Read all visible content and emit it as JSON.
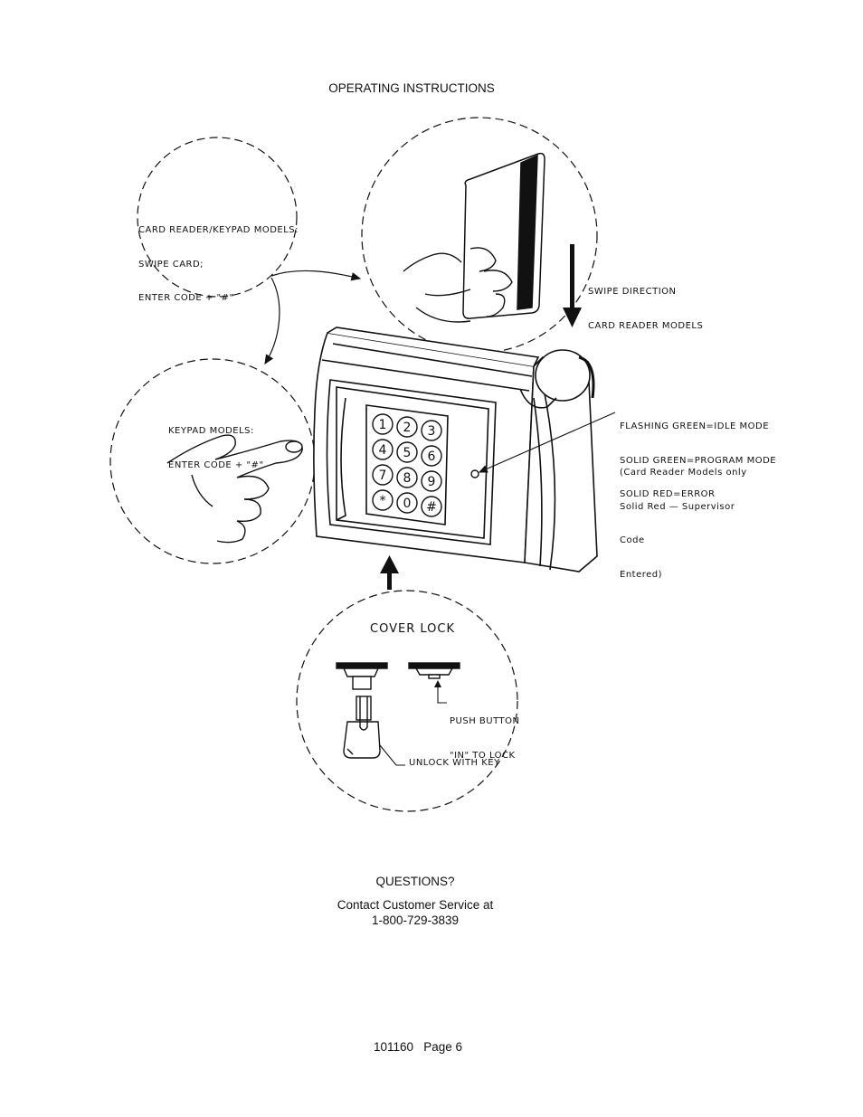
{
  "header": {
    "title": "OPERATING INSTRUCTIONS"
  },
  "callouts": {
    "card_reader_keypad": [
      "CARD READER/KEYPAD MODELS:",
      "SWIPE CARD;",
      "ENTER CODE + \"#\""
    ],
    "keypad_models": [
      "KEYPAD MODELS:",
      "ENTER CODE + \"#\""
    ],
    "swipe_direction": [
      "SWIPE DIRECTION",
      "CARD READER MODELS"
    ],
    "led_modes": [
      "FLASHING GREEN=IDLE MODE",
      "SOLID GREEN=PROGRAM MODE",
      "SOLID RED=ERROR"
    ],
    "led_note": [
      "(Card Reader Models only",
      "Solid Red — Supervisor",
      "Code",
      "Entered)"
    ],
    "cover_lock": {
      "title": "COVER LOCK",
      "push_button": [
        "PUSH BUTTON",
        "\"IN\" TO LOCK"
      ],
      "unlock": "UNLOCK WITH KEY"
    }
  },
  "keypad": {
    "keys": [
      "1",
      "2",
      "3",
      "4",
      "5",
      "6",
      "7",
      "8",
      "9",
      "*",
      "0",
      "#"
    ]
  },
  "footer": {
    "questions": "QUESTIONS?",
    "contact_line1": "Contact Customer Service at",
    "contact_line2": "1-800-729-3839",
    "page_label": "101160   Page 6"
  }
}
